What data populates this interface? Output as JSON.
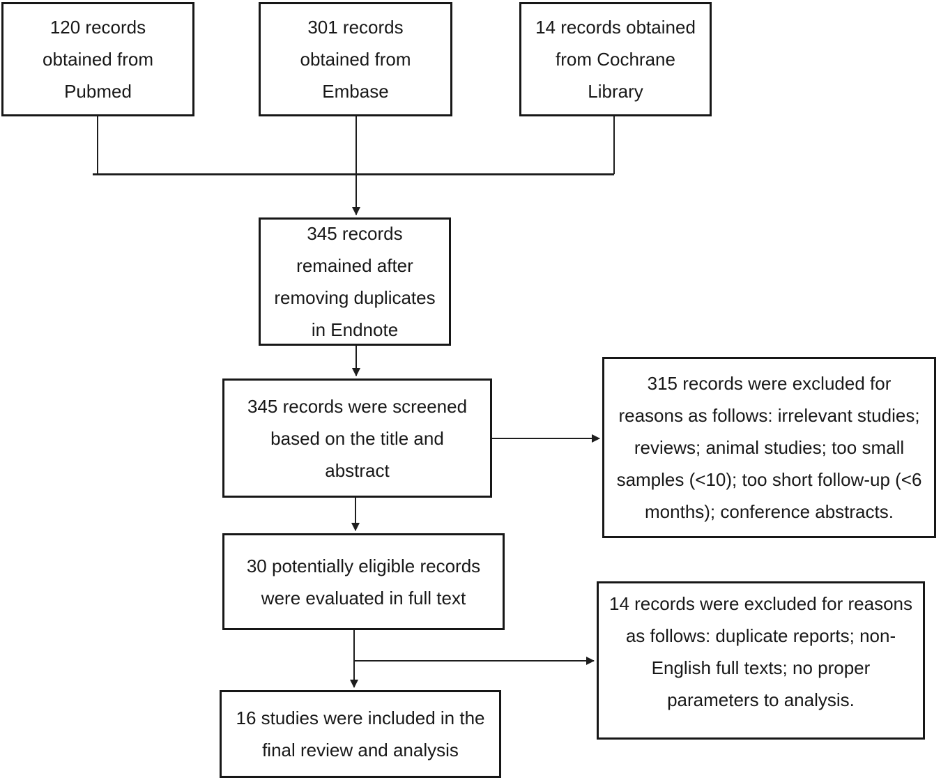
{
  "diagram": {
    "type": "flowchart",
    "colors": {
      "box_border": "#171717",
      "line": "#1d1d1d",
      "background": "#ffffff",
      "text": "#181818"
    },
    "boxes": {
      "pubmed": {
        "text": "120 records\nobtained from\nPubmed"
      },
      "embase": {
        "text": "301 records\nobtained from\nEmbase"
      },
      "cochrane": {
        "text": "14 records obtained\nfrom Cochrane\nLibrary"
      },
      "deduplicated": {
        "text": "345 records\nremained after\nremoving duplicates\nin Endnote"
      },
      "screened": {
        "text": "345 records were screened\nbased on the title and\nabstract"
      },
      "excluded_screening": {
        "text": "315 records were excluded for\nreasons as follows: irrelevant studies;\nreviews; animal studies; too small\nsamples (<10); too short follow-up (<6\nmonths); conference abstracts."
      },
      "full_text": {
        "text": "30 potentially eligible records\nwere evaluated in full text"
      },
      "excluded_full_text": {
        "text": "14 records were excluded for reasons\nas follows: duplicate reports; non-\nEnglish full texts; no proper\nparameters to analysis."
      },
      "included": {
        "text": "16 studies were included in the\nfinal review and analysis"
      }
    }
  }
}
